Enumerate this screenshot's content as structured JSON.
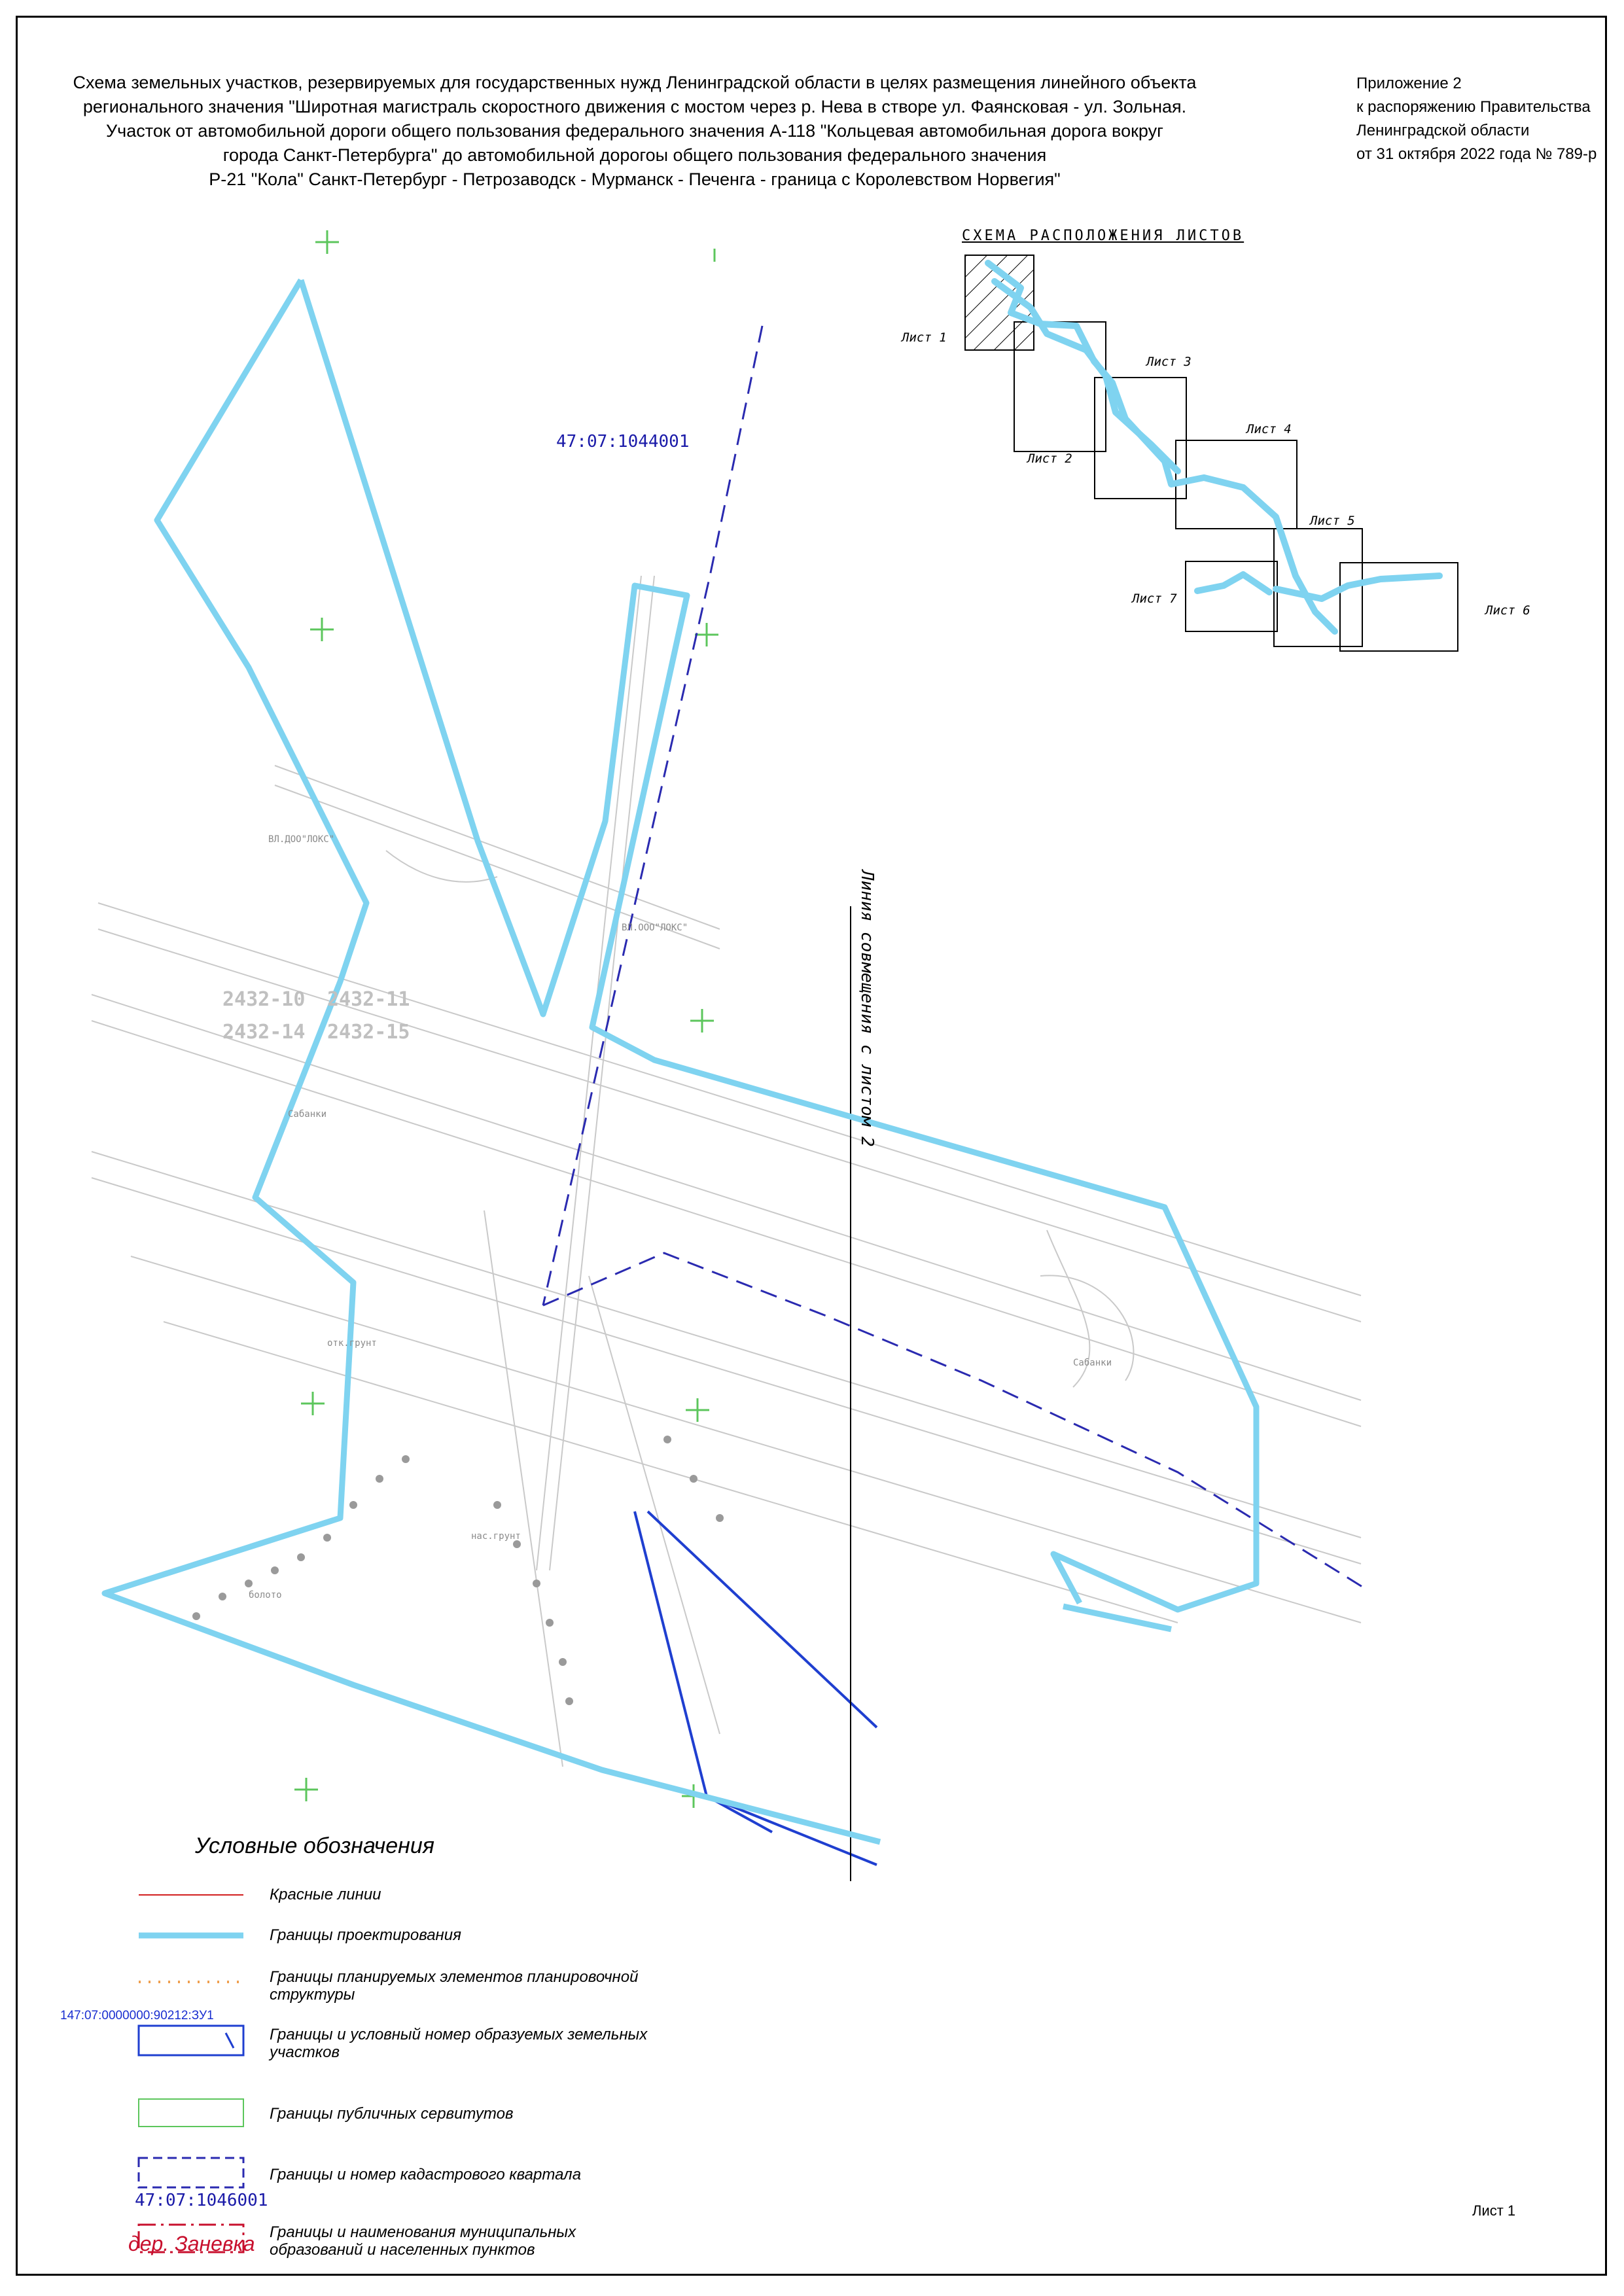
{
  "title_lines": [
    "Схема земельных участков, резервируемых для государственных нужд Ленинградской области в целях размещения линейного объекта",
    "регионального значения \"Широтная магистраль скоростного движения с мостом через р. Нева в створе ул. Фаянсковая - ул. Зольная.",
    "Участок от автомобильной дороги общего пользования федерального значения А-118 \"Кольцевая автомобильная дорога вокруг",
    "города Санкт-Петербурга\" до автомобильной дорогоы общего пользования федерального значения",
    "Р-21 \"Кола\" Санкт-Петербург - Петрозаводск - Мурманск - Печенга - граница с Королевством Норвегия\""
  ],
  "appendix": {
    "line1": "Приложение 2",
    "line2": "к распоряжению Правительства",
    "line3": "Ленинградской области",
    "line4": "от 31 октября 2022 года № 789-р"
  },
  "inset": {
    "caption": "СХЕМА РАСПОЛОЖЕНИЯ ЛИСТОВ",
    "sheets": [
      "Лист 1",
      "Лист 2",
      "Лист 3",
      "Лист 4",
      "Лист 5",
      "Лист 6",
      "Лист 7"
    ]
  },
  "map": {
    "quarter_label": "47:07:1044001",
    "alignment_line_label": "Линия совмещения с листом 2",
    "grid_labels": [
      "2432-10",
      "2432-11",
      "2432-14",
      "2432-15"
    ],
    "place_labels": [
      "Сабанки",
      "Сабанки",
      "ВЛ.ДОО\"ЛОКС\"",
      "ВЛ.ООО\"ЛОКС\"",
      "нас.грунт",
      "отк.грунт",
      "болото",
      "Лист 1"
    ]
  },
  "legend": {
    "title": "Условные обозначения",
    "items": [
      "Красные линии",
      "Границы проектирования",
      "Границы планируемых элементов планировочной",
      "структуры",
      "Границы и условный номер образуемых земельных",
      "участков",
      "Границы публичных сервитутов",
      "Границы и номер кадастрового квартала",
      "Границы и наименования муниципальных",
      "образований и населенных пунктов"
    ],
    "plot_code": "147:07:0000000:90212:ЗУ1",
    "quarter_code": "47:07:1046001",
    "village": "дер. Заневка"
  },
  "sheet_number": "Лист 1",
  "colors": {
    "design_boundary": "#7fd3f0",
    "red_lines": "#d21f1f",
    "planning_elements": "#f0a050",
    "land_plots": "#1f3fd0",
    "servitude": "#5cc65c",
    "quarter": "#2a2ab0",
    "municipal": "#c8102e"
  }
}
